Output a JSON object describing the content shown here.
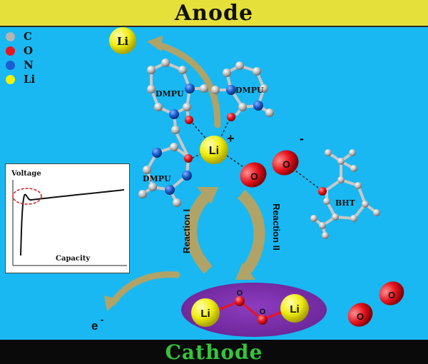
{
  "title_top": "Anode",
  "title_bottom": "Cathode",
  "legend": [
    {
      "label": "C",
      "color": "#b4b4b4"
    },
    {
      "label": "O",
      "color": "#e8141e"
    },
    {
      "label": "N",
      "color": "#1a5fd0"
    },
    {
      "label": "Li",
      "color": "#f2f20a"
    }
  ],
  "molecules": {
    "dmpu_label": "DMPU",
    "bht_label": "BHT",
    "li_center_label": "Li",
    "li_center_charge": "+",
    "li_free_label": "Li",
    "li2o2_left": "Li",
    "li2o2_right": "Li",
    "o_label": "O",
    "superoxide_charge": "-",
    "electron": "e",
    "electron_charge": "-"
  },
  "reactions": {
    "left": "Reaction I",
    "right": "Reaction II"
  },
  "inset_chart": {
    "ylabel": "Voltage",
    "xlabel": "Capacity"
  },
  "colors": {
    "background": "#19b8f2",
    "anode": "#e6e03a",
    "cathode_bar": "#0a0a0a",
    "cathode_text": "#35c43a",
    "arrow": "#b0a368",
    "ellipse": "#7b2fa8"
  }
}
